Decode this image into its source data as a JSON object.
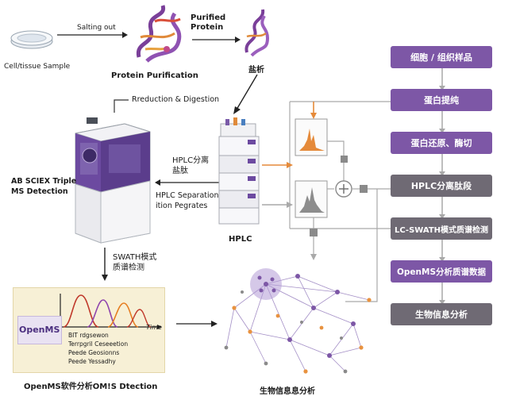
{
  "labels": {
    "cell_sample": "Cell/tissue Sample",
    "salting_out": "Salting out",
    "purified_protein": "Purified\nProtein",
    "protein_purification": "Protein Purification",
    "yanxi_top": "盐析",
    "reduction_digestion": "Rreduction & Digestion",
    "ms_detection": "AB SCIEX Triple\nMS Detection",
    "hplc_fenli": "HPLC分离\n盐肽",
    "hplc_separation": "HPLC Separation\nition Pegrates",
    "hplc": "HPLC",
    "swath_detect": "SWATH模式\n质谱检测",
    "openms_bottom": "OpenMS软件分析OM!S Dtection",
    "bioinfo_bottom": "生物信息息分析",
    "openms_logo": "OpenMS",
    "chart_xlabel": "Time",
    "openms_lines": [
      "BIT rdgsewon",
      "Terrpgril Ceseeetion",
      "Peede Geosionns",
      "Peede Yessadhy"
    ]
  },
  "steps": [
    "细胞 / 组织样品",
    "蛋白提纯",
    "蛋白还原、酶切",
    "HPLC分离肽段",
    "LC-SWATH模式质谱检测",
    "OpenMS分析质谱数据",
    "生物信息分析"
  ],
  "colors": {
    "step_purple": "#7d57a6",
    "step_gray": "#6f6a74",
    "accent_orange": "#e58a3a",
    "arrow_gray": "#a9a9a9"
  }
}
